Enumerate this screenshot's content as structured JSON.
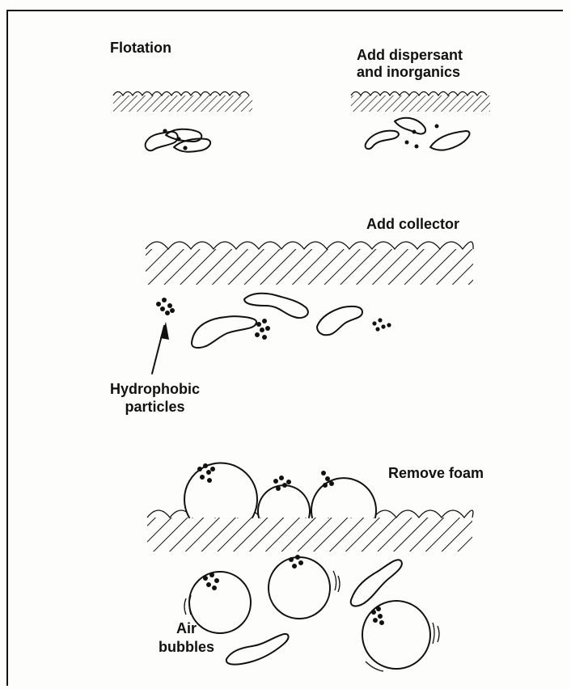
{
  "labels": {
    "flotation": "Flotation",
    "dispersant": "Add dispersant\nand inorganics",
    "collector": "Add collector",
    "hydrophobic": "Hydrophobic\nparticles",
    "remove_foam": "Remove foam",
    "air_bubbles": "Air\nbubbles"
  },
  "colors": {
    "ink": "#111111",
    "paper": "#fdfdfb"
  }
}
